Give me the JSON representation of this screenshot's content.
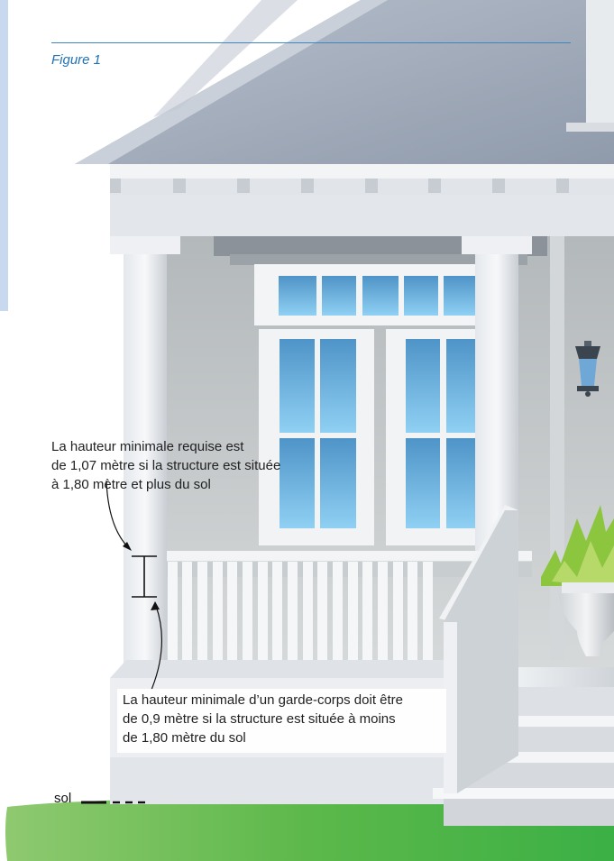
{
  "figure": {
    "label": "Figure 1"
  },
  "annotations": {
    "top_note": {
      "lines": [
        "La hauteur minimale requise est",
        "de 1,07 mètre si la structure est située",
        "à 1,80 mètre et plus du sol"
      ]
    },
    "bottom_note": {
      "lines": [
        "La hauteur minimale d’un garde-corps doit être",
        "de 0,9 mètre si la structure est située à moins",
        "de 1,80 mètre du sol"
      ]
    },
    "ground_label": "sol"
  },
  "colors": {
    "accent": "#1f72b6",
    "wall": "#c7cbcc",
    "roof": "#a7b2c1",
    "trim": "#eef1f4",
    "window_glass": "#5fa3d4",
    "grass": "#4db848",
    "plant": "#8ec63f"
  }
}
